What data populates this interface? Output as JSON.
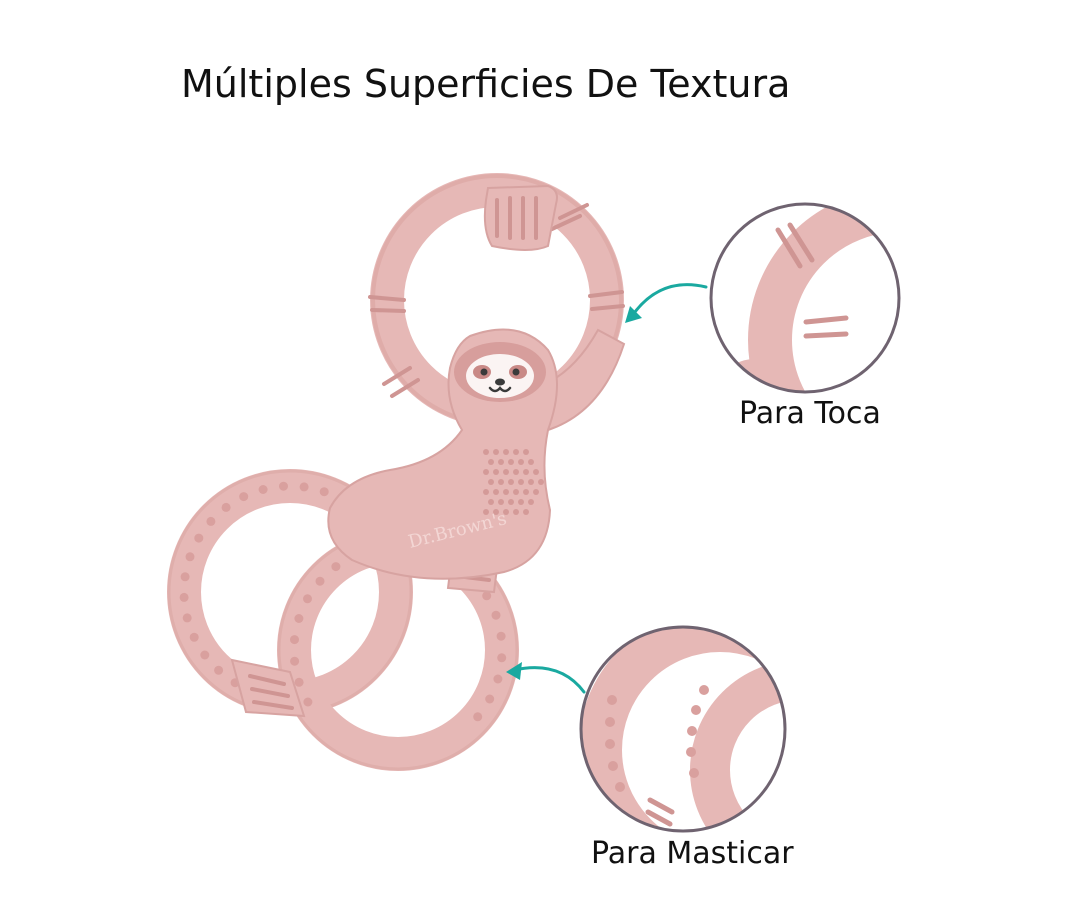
{
  "title": "Múltiples Superficies De Textura",
  "callouts": {
    "touch": "Para Toca",
    "chew": "Para Masticar"
  },
  "logo_text": "Dr.Brown's",
  "colors": {
    "toy_fill": "#e6b8b6",
    "toy_shadow": "#cf9593",
    "toy_light": "#f1cfcd",
    "face_dark": "#3a3a3a",
    "arrow": "#1aa9a0",
    "circle_stroke": "#6f6370",
    "text": "#111111"
  }
}
